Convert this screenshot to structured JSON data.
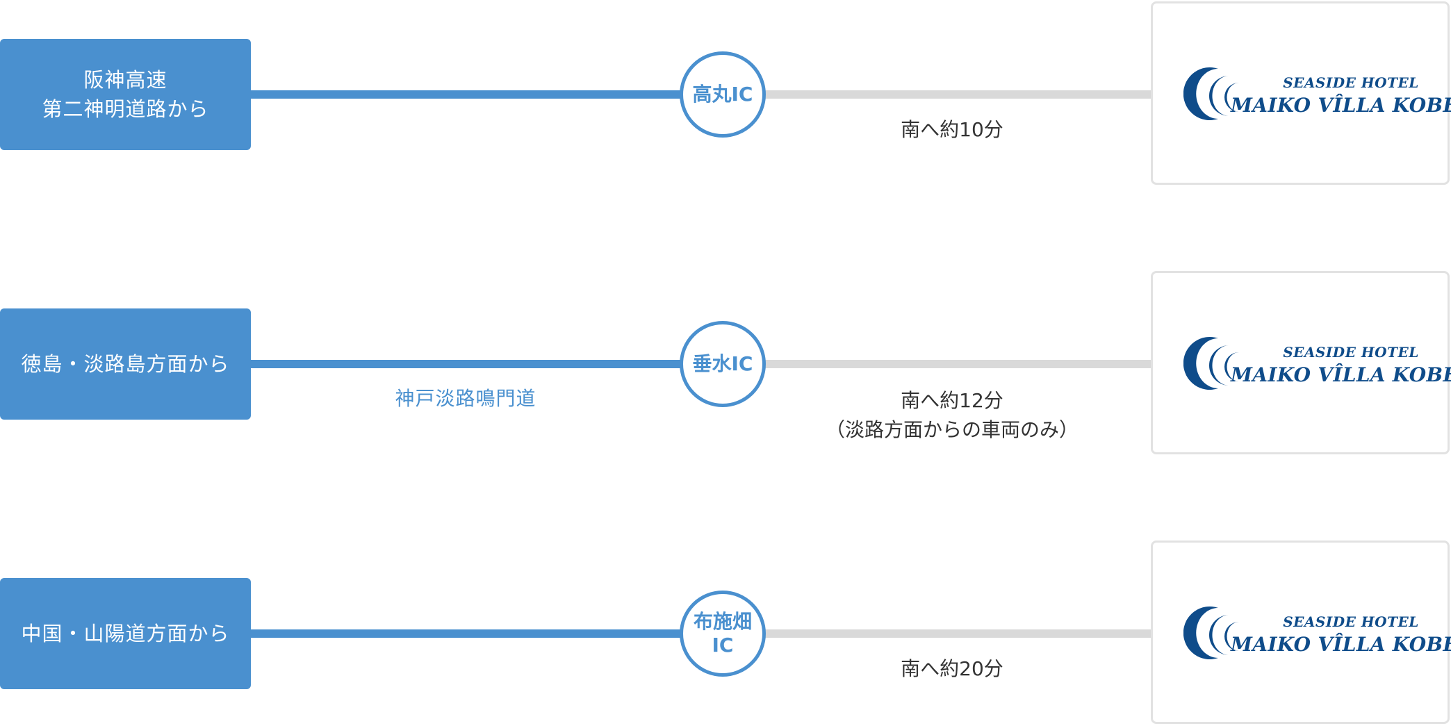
{
  "routes": [
    {
      "origin": [
        "阪神高速",
        "第二神明道路から"
      ],
      "interchange": [
        "高丸IC"
      ],
      "road": "",
      "direction": [
        "南へ約10分"
      ]
    },
    {
      "origin": [
        "徳島・淡路島方面から"
      ],
      "interchange": [
        "垂水IC"
      ],
      "road": "神戸淡路鳴門道",
      "direction": [
        "南へ約12分",
        "（淡路方面からの車両のみ）"
      ]
    },
    {
      "origin": [
        "中国・山陽道方面から"
      ],
      "interchange": [
        "布施畑",
        "IC"
      ],
      "road": "",
      "direction": [
        "南へ約20分"
      ]
    }
  ],
  "hotel": {
    "subtitle": "SEASIDE HOTEL",
    "name": "MAIKO VÎLLA KOBE",
    "logo_icon": "wave-arcs-icon"
  },
  "colors": {
    "route_blue": "#4a90cf",
    "line_gray": "#d9d9d9",
    "hotel_navy": "#0f4c8a"
  }
}
